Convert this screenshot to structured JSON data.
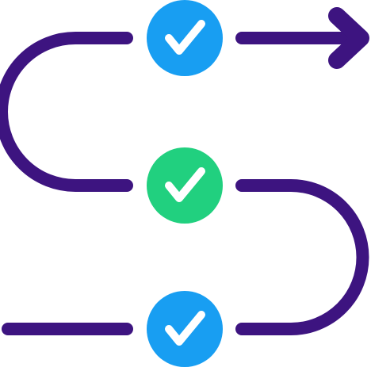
{
  "colors": {
    "path": "#3D1480",
    "check": "#ffffff",
    "step_blue": "#189EF2",
    "step_green": "#21D07F",
    "background": "#ffffff"
  },
  "steps": [
    {
      "status": "complete",
      "color": "#189EF2",
      "icon": "check-icon"
    },
    {
      "status": "complete",
      "color": "#21D07F",
      "icon": "check-icon"
    },
    {
      "status": "complete",
      "color": "#189EF2",
      "icon": "check-icon"
    }
  ],
  "path_icon": "arrow-right-icon"
}
